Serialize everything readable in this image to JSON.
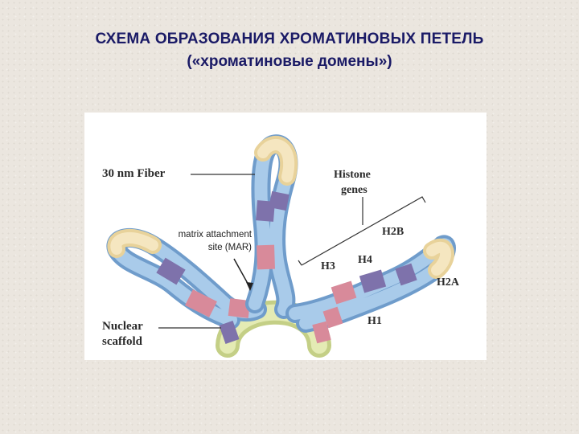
{
  "slide": {
    "title": "СХЕМА ОБРАЗОВАНИЯ ХРОМАТИНОВЫХ ПЕТЕЛЬ",
    "subtitle": "(«хроматиновые домены»)"
  },
  "figure": {
    "labels": {
      "fiber": "30 nm Fiber",
      "histone_line1": "Histone",
      "histone_line2": "genes",
      "mar_line1": "matrix attachment",
      "mar_line2": "site (MAR)",
      "h2b": "H2B",
      "h3": "H3",
      "h4": "H4",
      "h2a": "H2A",
      "h1": "H1",
      "scaffold_line1": "Nuclear",
      "scaffold_line2": "scaffold"
    },
    "colors": {
      "fiber_blue": "#9cc2e6",
      "fiber_pink": "#e6a3b0",
      "fiber_purple": "#8f82b8",
      "fiber_tan": "#f0dcaa",
      "scaffold": "#dde6a8",
      "title": "#1a1a66"
    }
  }
}
